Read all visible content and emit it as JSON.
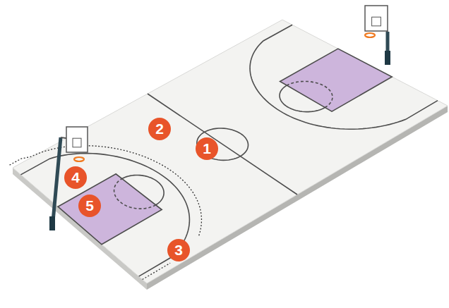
{
  "diagram": {
    "labels": [
      "2",
      "1",
      "4",
      "5",
      "3"
    ]
  }
}
